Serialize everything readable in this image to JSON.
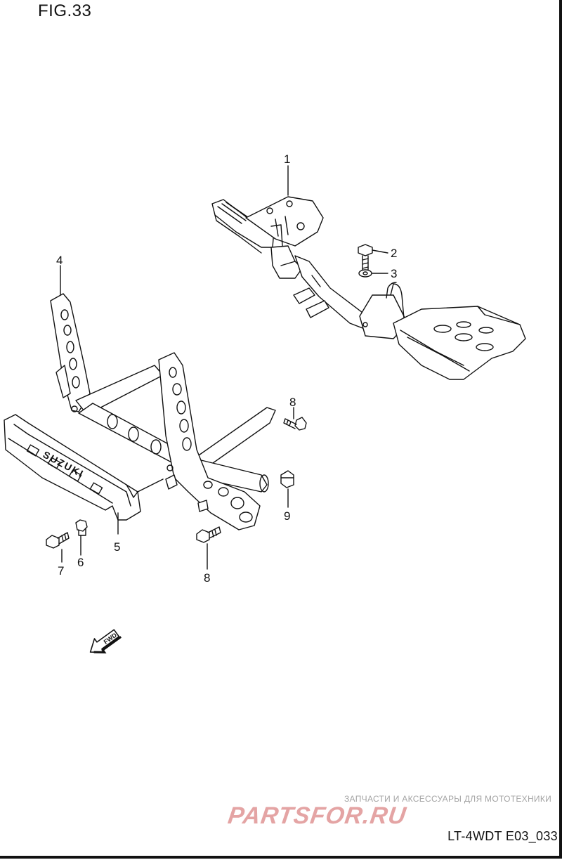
{
  "figure_label": "FIG.33",
  "reference_code": "LT-4WDT E03_033",
  "watermark": {
    "caption": "ЗАПЧАСТИ И АКСЕССУАРЫ ДЛЯ МОТОТЕХНИКИ",
    "logo_text": "PARTSFOR.RU",
    "color": "#e4a4a4"
  },
  "direction_arrow": "FWD",
  "part_numbers": [
    "1",
    "2",
    "3",
    "4",
    "5",
    "6",
    "7",
    "8",
    "8",
    "9"
  ],
  "colors": {
    "line": "#111111",
    "background": "#ffffff"
  }
}
